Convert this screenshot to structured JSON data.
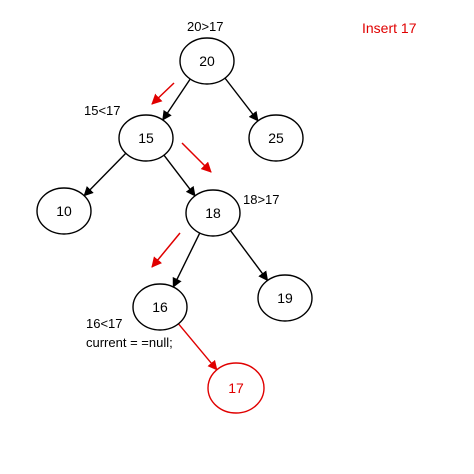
{
  "title": "Insert 17",
  "colors": {
    "default": "#000000",
    "highlight": "#e00000"
  },
  "nodes": [
    {
      "id": "n20",
      "label": "20",
      "state": "default"
    },
    {
      "id": "n15",
      "label": "15",
      "state": "default"
    },
    {
      "id": "n25",
      "label": "25",
      "state": "default"
    },
    {
      "id": "n10",
      "label": "10",
      "state": "default"
    },
    {
      "id": "n18",
      "label": "18",
      "state": "default"
    },
    {
      "id": "n16",
      "label": "16",
      "state": "default"
    },
    {
      "id": "n19",
      "label": "19",
      "state": "default"
    },
    {
      "id": "n17",
      "label": "17",
      "state": "inserted"
    }
  ],
  "edges": [
    {
      "from": "n20",
      "to": "n15"
    },
    {
      "from": "n20",
      "to": "n25"
    },
    {
      "from": "n15",
      "to": "n10"
    },
    {
      "from": "n15",
      "to": "n18"
    },
    {
      "from": "n18",
      "to": "n16"
    },
    {
      "from": "n18",
      "to": "n19"
    },
    {
      "from": "n16",
      "to": "n17",
      "state": "inserted"
    }
  ],
  "comparisons": {
    "at_20": "20>17",
    "at_15": "15<17",
    "at_18": "18>17",
    "at_16": "16<17",
    "at_16_line2": "current = =null;"
  }
}
